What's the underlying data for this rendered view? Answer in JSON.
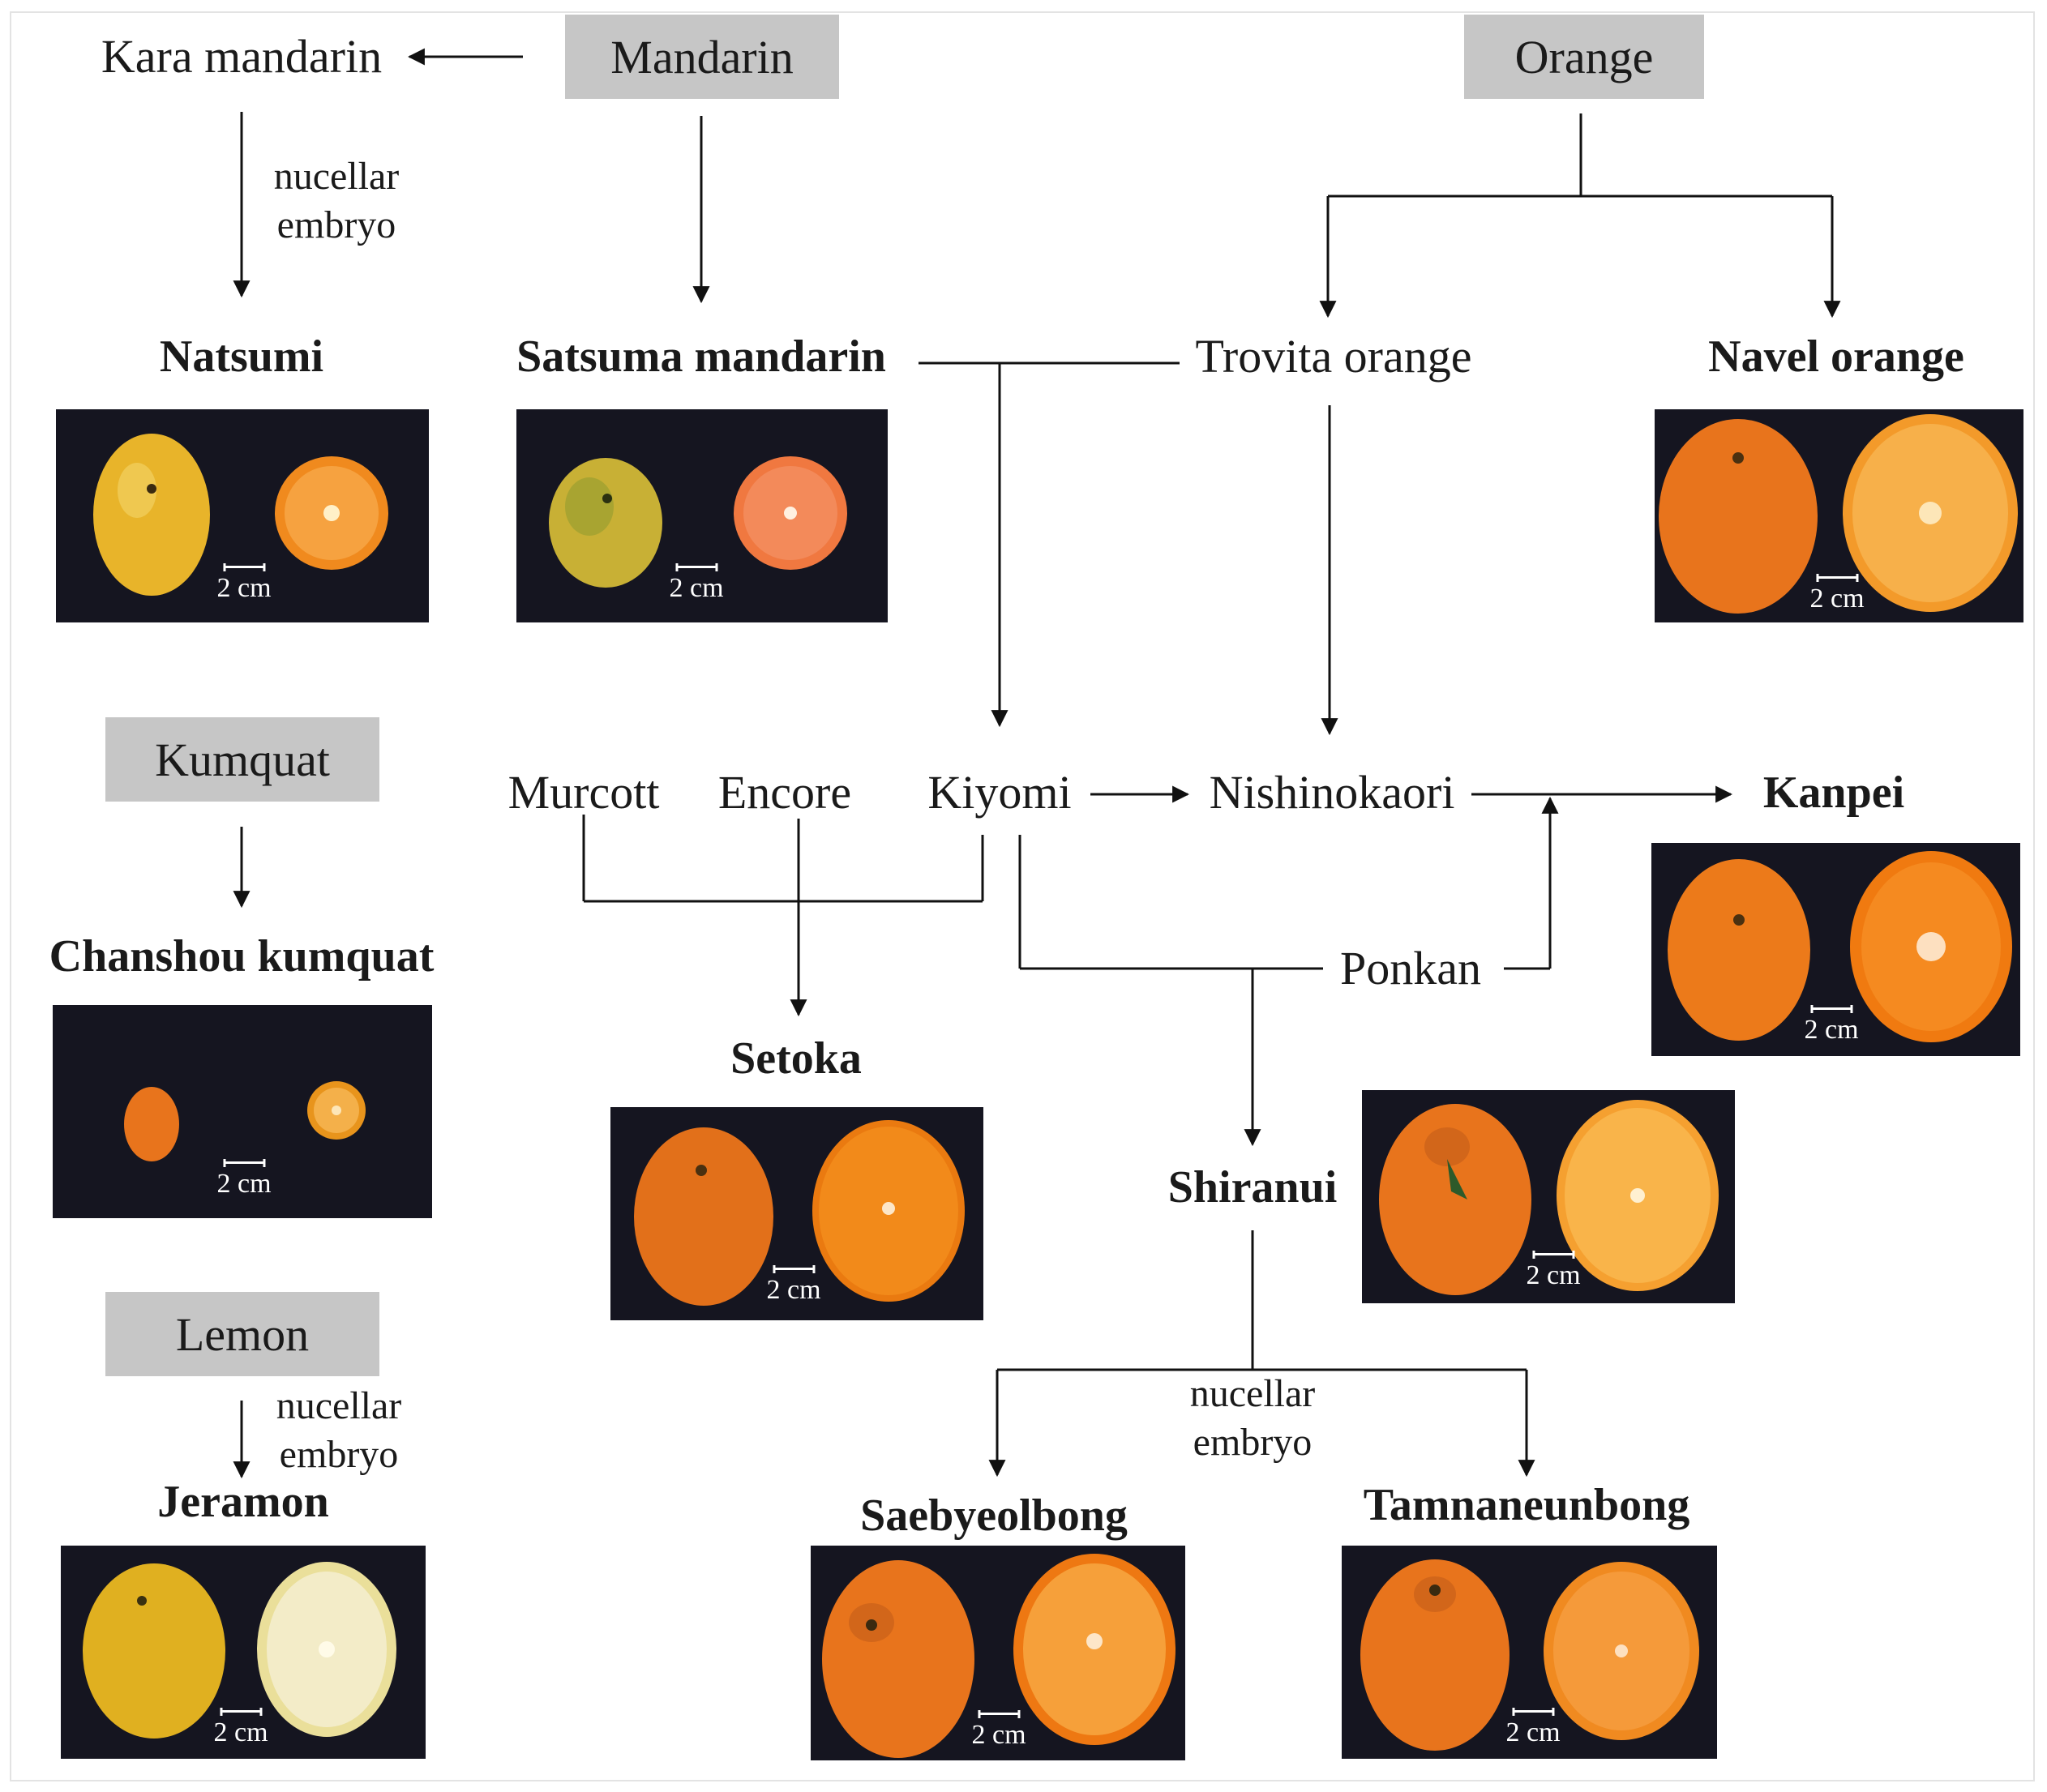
{
  "groups": {
    "mandarin": "Mandarin",
    "orange": "Orange",
    "kumquat": "Kumquat",
    "lemon": "Lemon"
  },
  "parents": {
    "kara_mandarin": "Kara mandarin",
    "trovita_orange": "Trovita orange",
    "murcott": "Murcott",
    "encore": "Encore",
    "kiyomi": "Kiyomi",
    "nishinokaori": "Nishinokaori",
    "ponkan": "Ponkan"
  },
  "cultivars": {
    "natsumi": "Natsumi",
    "satsuma_mandarin": "Satsuma mandarin",
    "navel_orange": "Navel orange",
    "kanpei": "Kanpei",
    "chanshou_kumquat": "Chanshou kumquat",
    "setoka": "Setoka",
    "shiranui": "Shiranui",
    "jeramon": "Jeramon",
    "saebyeolbong": "Saebyeolbong",
    "tamnaneunbong": "Tamnaneunbong"
  },
  "annotations": {
    "nucellar_embryo_1": "nucellar\nembryo",
    "nucellar_embryo_2": "nucellar\nembryo",
    "nucellar_embryo_3": "nucellar\nembryo"
  },
  "scale_label": "2 cm",
  "colors": {
    "group_box": "#c6c6c6",
    "photo_background": "#151520",
    "orange_peel": "#e8741c",
    "orange_flesh": "#f59a3a",
    "yellow_peel": "#e8b42a",
    "lemon_flesh": "#f3ecc8",
    "line": "#111111"
  }
}
